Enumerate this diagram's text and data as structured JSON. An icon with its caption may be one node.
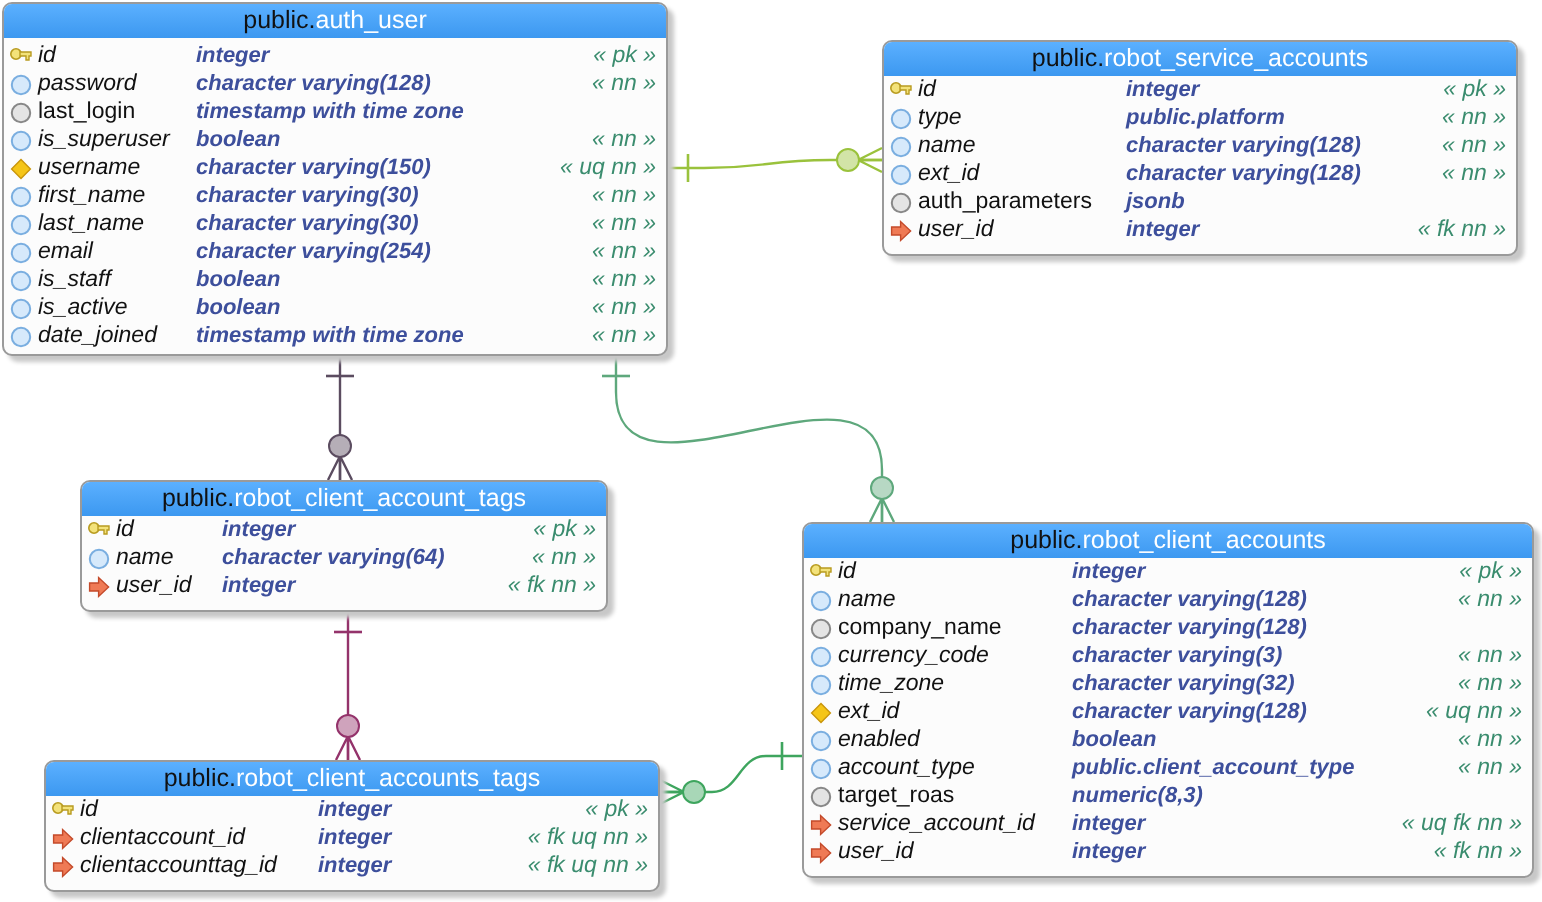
{
  "diagram": {
    "nodes": [
      {
        "text": [
          "public.",
          "auth_user",
          "id",
          "integer",
          "« pk »",
          "password",
          "character varying(128)",
          "« nn »",
          "last_login",
          "timestamp with time zone",
          "is_superuser",
          "boolean",
          "« nn »",
          "username",
          "character varying(150)",
          "« uq nn »",
          "first_name",
          "character varying(30)",
          "« nn »",
          "last_name",
          "character varying(30)",
          "« nn »",
          "email",
          "character varying(254)",
          "« nn »",
          "is_staff",
          "boolean",
          "« nn »",
          "is_active",
          "boolean",
          "« nn »",
          "date_joined",
          "timestamp with time zone",
          "« nn »"
        ]
      },
      {
        "text": [
          "public.",
          "robot_service_accounts",
          "id",
          "integer",
          "« pk »",
          "type",
          "public.platform",
          "« nn »",
          "name",
          "character varying(128)",
          "« nn »",
          "ext_id",
          "character varying(128)",
          "« nn »",
          "auth_parameters",
          "jsonb",
          "user_id",
          "integer",
          "« fk nn »"
        ]
      },
      {
        "text": [
          "public.",
          "robot_client_account_tags",
          "id",
          "integer",
          "« pk »",
          "name",
          "character varying(64)",
          "« nn »",
          "user_id",
          "integer",
          "« fk nn »"
        ]
      },
      {
        "text": [
          "public.",
          "robot_client_accounts",
          "id",
          "integer",
          "« pk »",
          "name",
          "character varying(128)",
          "« nn »",
          "company_name",
          "character varying(128)",
          "currency_code",
          "character varying(3)",
          "« nn »",
          "time_zone",
          "character varying(32)",
          "« nn »",
          "ext_id",
          "character varying(128)",
          "« uq nn »",
          "enabled",
          "boolean",
          "« nn »",
          "account_type",
          "public.client_account_type",
          "« nn »",
          "target_roas",
          "numeric(8,3)",
          "service_account_id",
          "integer",
          "« uq fk nn »",
          "user_id",
          "integer",
          "« fk nn »"
        ]
      },
      {
        "text": [
          "public.",
          "robot_client_accounts_tags",
          "id",
          "integer",
          "« pk »",
          "clientaccount_id",
          "integer",
          "« fk uq nn »",
          "clientaccounttag_id",
          "integer",
          "« fk uq nn »"
        ]
      }
    ],
    "edges": [
      {
        "from": 0,
        "to": 1,
        "arrow": "other",
        "color": "#9ac23c"
      },
      {
        "from": 0,
        "to": 3,
        "arrow": "other",
        "color": "#5ea87c"
      },
      {
        "from": 0,
        "to": 2,
        "arrow": "other",
        "color": "#5b4c60"
      },
      {
        "from": 2,
        "to": 4,
        "arrow": "other",
        "color": "#94336b"
      },
      {
        "from": 3,
        "to": 4,
        "arrow": "other",
        "color": "#3ea55e"
      }
    ]
  }
}
